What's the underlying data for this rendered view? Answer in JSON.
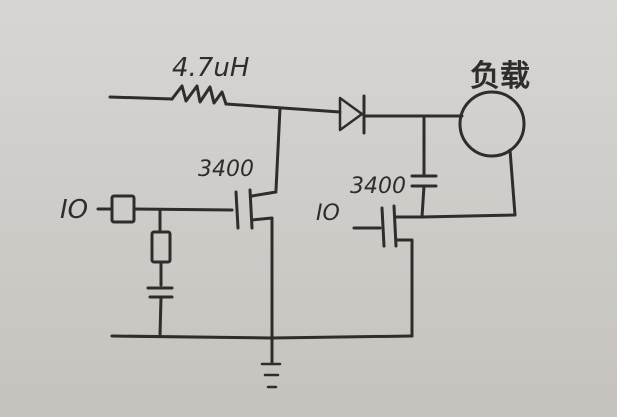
{
  "diagram": {
    "labels": {
      "inductor": "4.7uH",
      "mosfet_left": "3400",
      "mosfet_right": "3400",
      "input_left": "IO",
      "input_right": "IO",
      "load": "负载"
    }
  }
}
